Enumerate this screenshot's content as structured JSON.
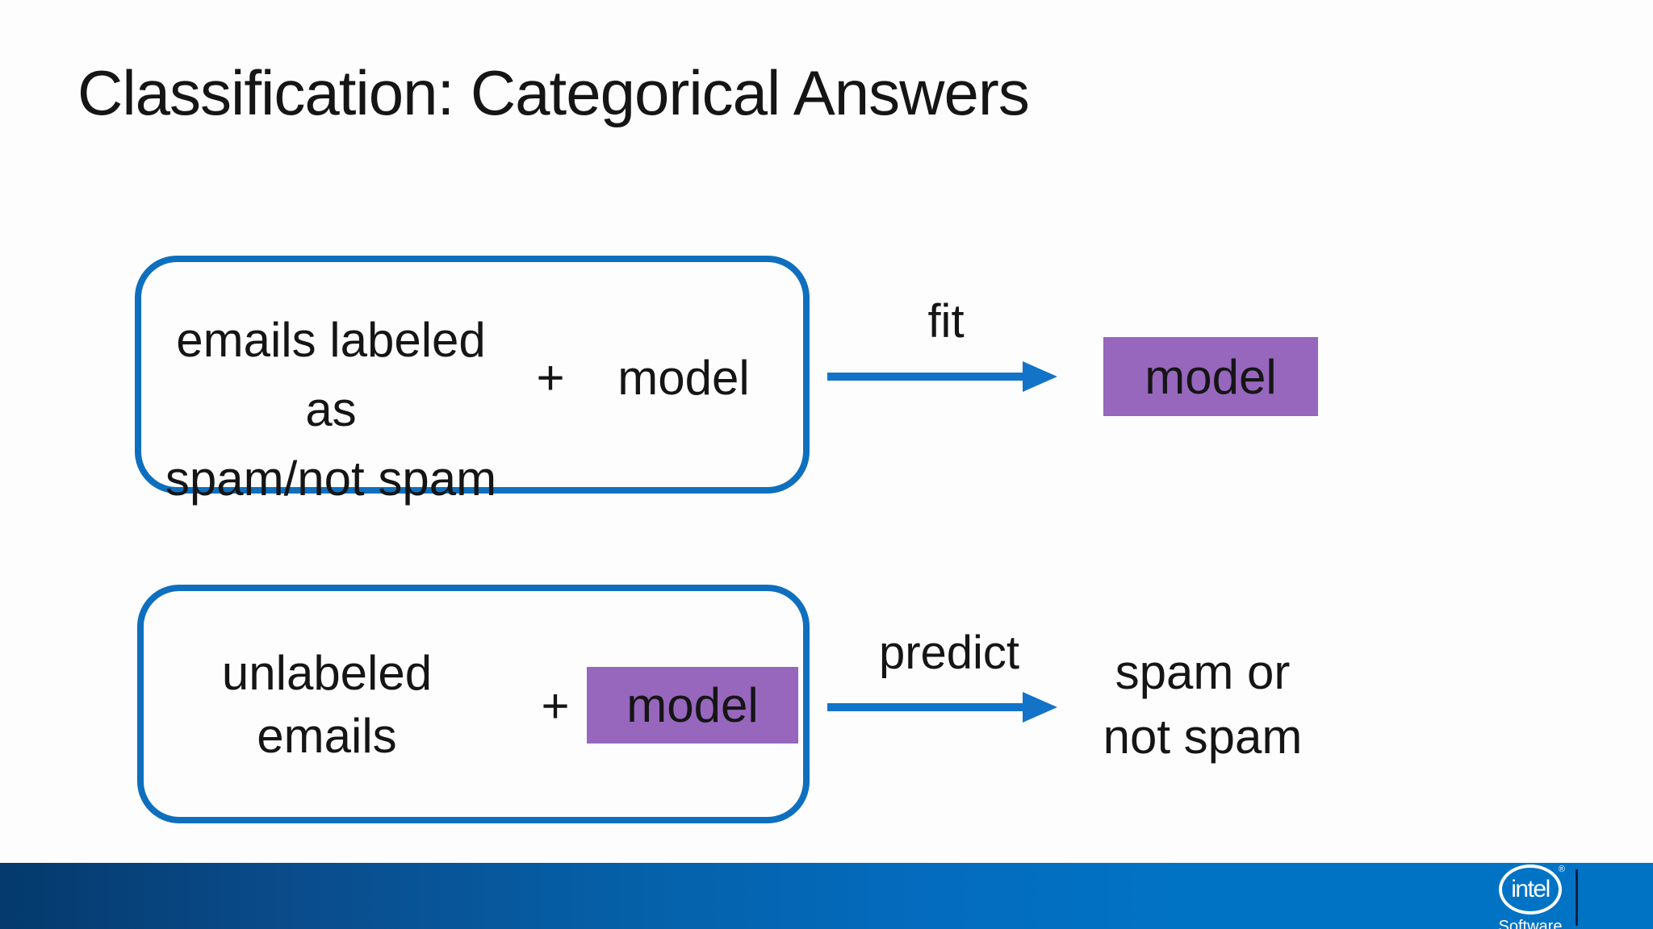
{
  "slide": {
    "title": "Classification: Categorical Answers",
    "rows": [
      {
        "input_lines": [
          "emails labeled as",
          "spam/not spam"
        ],
        "plus": "+",
        "operand": "model",
        "arrow_label": "fit",
        "result": "model"
      },
      {
        "input_lines": [
          "unlabeled",
          "emails"
        ],
        "plus": "+",
        "operand": "model",
        "arrow_label": "predict",
        "result_lines": [
          "spam or",
          "not spam"
        ]
      }
    ]
  },
  "footer": {
    "brand": "intel",
    "registered_mark": "®",
    "brand_sub": "Software"
  },
  "colors": {
    "box_border": "#0e6fbe",
    "arrow": "#1273c8",
    "highlight_fill": "#9766bd",
    "text": "#151515",
    "footer_gradient_left": "#043a6c",
    "footer_gradient_mid": "#0560a8",
    "footer_gradient_right": "#0173c5"
  }
}
